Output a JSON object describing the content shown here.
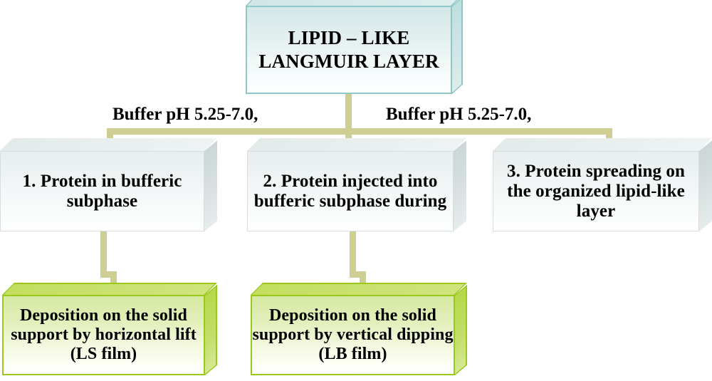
{
  "diagram": {
    "title_box": {
      "id": "lipid-like-langmuir-layer",
      "text": "LIPID – LIKE LANGMUIR LAYER",
      "color": "#8ec7c8",
      "fill": "#d3e7e7"
    },
    "edge_labels": [
      {
        "id": "edge-label-left",
        "text": "Buffer pH 5.25-7.0,"
      },
      {
        "id": "edge-label-right",
        "text": "Buffer pH 5.25-7.0,"
      }
    ],
    "connector_color": "#cdcd94",
    "middle_row": [
      {
        "id": "route-1",
        "text": "1. Protein in bufferic subphase",
        "color": "#d7dede",
        "fill": "#e8eeef"
      },
      {
        "id": "route-2",
        "text": "2. Protein injected into bufferic subphase during",
        "color": "#d7dede",
        "fill": "#e8eeef"
      },
      {
        "id": "route-3",
        "text": "3. Protein spreading on the organized lipid-like layer",
        "color": "#d7dede",
        "fill": "#e8eeef"
      }
    ],
    "bottom_row": [
      {
        "id": "deposition-ls",
        "text": "Deposition on the solid support by horizontal lift (LS film)",
        "color": "#9ac91c",
        "fill": "#d6e9a3"
      },
      {
        "id": "deposition-lb",
        "text": "Deposition on the solid support by vertical dipping (LB film)",
        "color": "#9ac91c",
        "fill": "#d6e9a3"
      }
    ]
  }
}
